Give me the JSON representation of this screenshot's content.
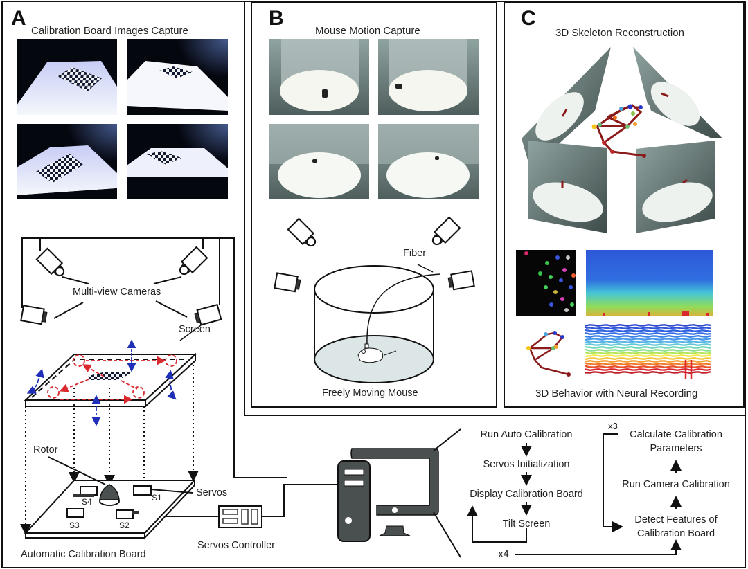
{
  "panels": {
    "a": {
      "letter": "A",
      "title": "Calibration Board Images Capture",
      "labels": {
        "cameras": "Multi-view Cameras",
        "screen": "Screen",
        "rotor": "Rotor",
        "servos": "Servos",
        "servo_ids": [
          "S1",
          "S2",
          "S3",
          "S4"
        ],
        "board": "Automatic Calibration Board",
        "controller": "Servos Controller"
      }
    },
    "b": {
      "letter": "B",
      "title": "Mouse Motion Capture",
      "labels": {
        "fiber": "Fiber",
        "caption": "Freely Moving Mouse"
      }
    },
    "c": {
      "letter": "C",
      "title": "3D Skeleton Reconstruction",
      "caption": "3D Behavior with Neural Recording"
    }
  },
  "flowchart": {
    "left_steps": [
      "Run Auto Calibration",
      "Servos Initialization",
      "Display Calibration Board",
      "Tilt Screen"
    ],
    "right_steps": [
      "Calculate Calibration\nParameters",
      "Run Camera Calibration",
      "Detect Features of\nCalibration Board"
    ],
    "right_step_lines": {
      "calc_1": "Calculate Calibration",
      "calc_2": "Parameters",
      "run_cam": "Run Camera Calibration",
      "detect_1": "Detect Features of",
      "detect_2": "Calibration Board"
    },
    "loop_left_count": "x4",
    "loop_right_count": "x3"
  },
  "colors": {
    "line": "#111111",
    "device": "#4a4f50",
    "red_arrow": "#d9282e",
    "blue_arrow": "#1f2fb8",
    "arena_floor": "#dce6e6",
    "skeleton": "#8b1a1a"
  }
}
